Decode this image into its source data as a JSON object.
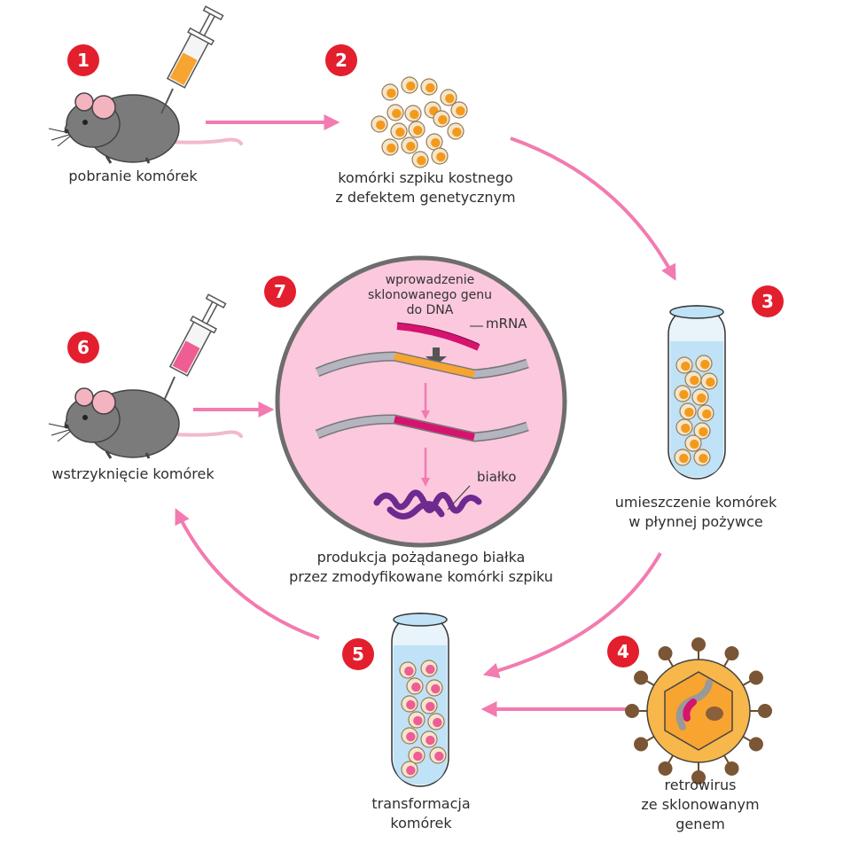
{
  "steps": [
    {
      "number": "1",
      "lines": [
        "pobranie komórek"
      ]
    },
    {
      "number": "2",
      "lines": [
        "komórki szpiku kostnego",
        "z defektem genetycznym"
      ]
    },
    {
      "number": "3",
      "lines": [
        "umieszczenie komórek",
        "w płynnej pożywce"
      ]
    },
    {
      "number": "4",
      "lines": [
        "retrowirus",
        "ze sklonowanym",
        "genem"
      ]
    },
    {
      "number": "5",
      "lines": [
        "transformacja",
        "komórek"
      ]
    },
    {
      "number": "6",
      "lines": [
        "wstrzyknięcie komórek"
      ]
    },
    {
      "number": "7",
      "lines": [
        "produkcja pożądanego białka",
        "przez zmodyfikowane komórki szpiku"
      ]
    }
  ],
  "inset": {
    "intro_lines": [
      "wprowadzenie",
      "sklonowanego genu",
      "do DNA"
    ],
    "mrna_label": "mRNA",
    "protein_label": "białko"
  },
  "colors": {
    "badge": "#e31e2d",
    "arrow": "#f27bb0",
    "circle_fill": "#fbc8dd",
    "circle_border": "#6d6d6d",
    "gene": "#f7a431",
    "mrna": "#d6136f",
    "protein": "#6e2a8f",
    "cell": "#f49a1a",
    "cell_modified": "#ee5d93",
    "medium": "#bfe2f7"
  }
}
